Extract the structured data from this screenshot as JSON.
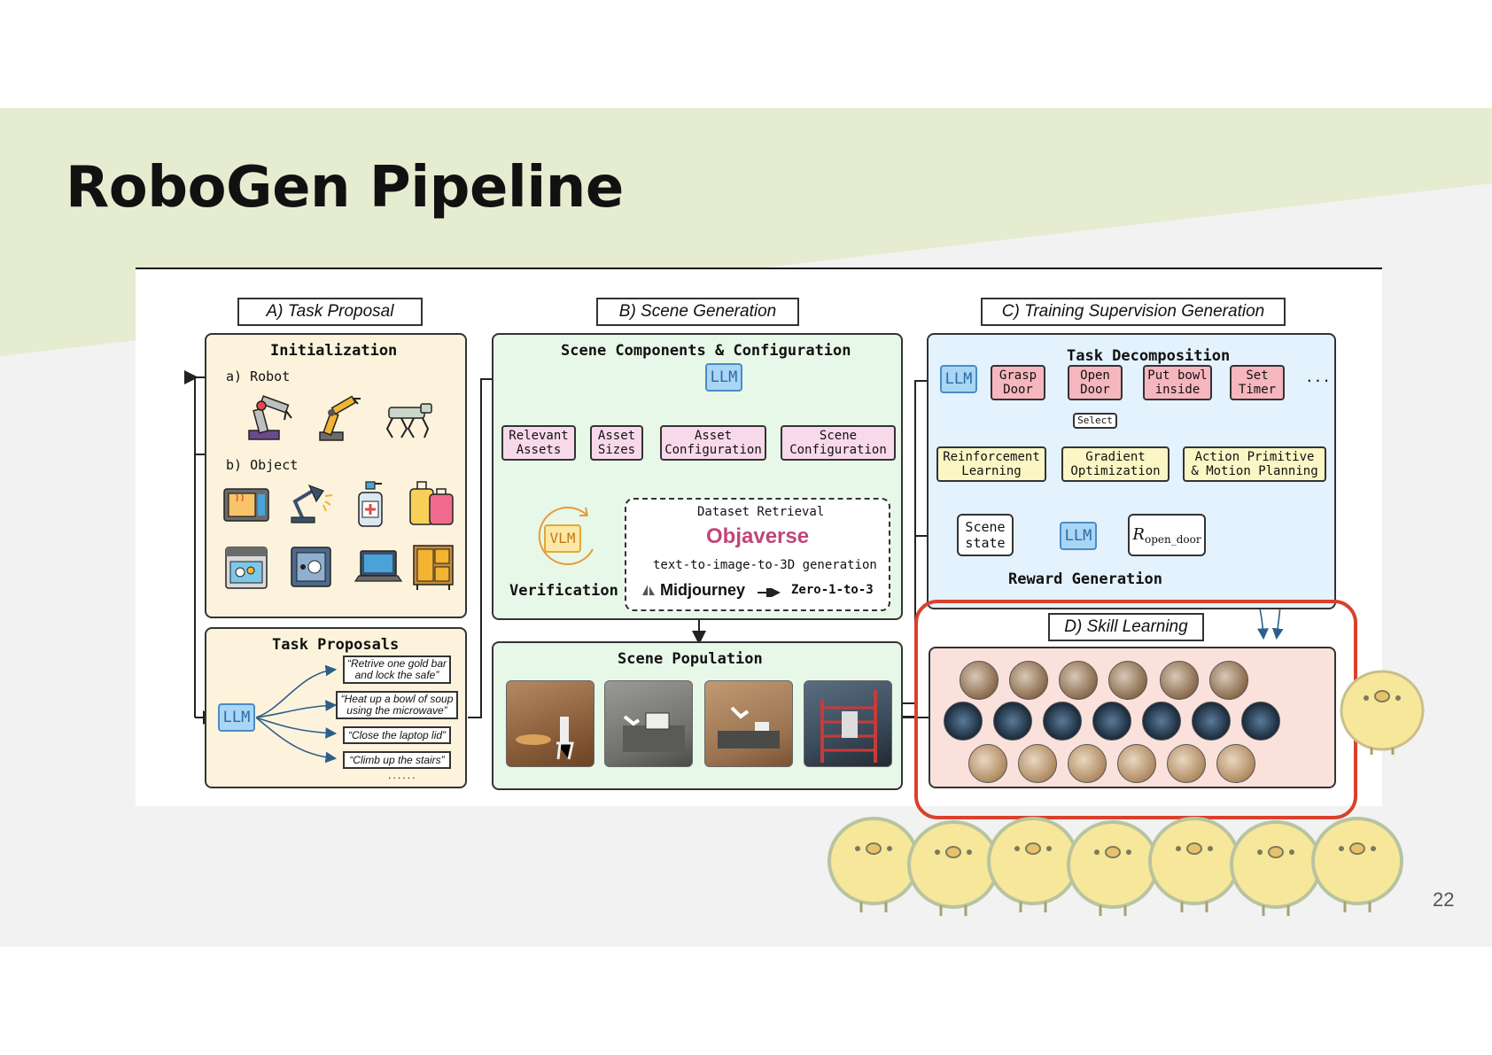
{
  "slide": {
    "title": "RoboGen Pipeline",
    "page_number": "22"
  },
  "colors": {
    "title_band": "#e6ecd0",
    "panel_yellow": "#fdf3dc",
    "panel_green": "#e8f8e8",
    "panel_blue": "#e3f2fd",
    "panel_pink": "#fbe1dc",
    "llm_blue": "#a9d6f5",
    "highlight_red": "#d9412b",
    "chick_yellow": "#f7e79a"
  },
  "section_a": {
    "label": "A) Task Proposal",
    "init_title": "Initialization",
    "robot_label": "a) Robot",
    "object_label": "b) Object",
    "robot_icons": [
      "robot-arm-icon",
      "industrial-arm-icon",
      "quadruped-robot-icon"
    ],
    "object_icons": [
      "microwave-icon",
      "desk-lamp-icon",
      "dispenser-bottle-icon",
      "suitcase-icon",
      "dishwasher-icon",
      "safe-icon",
      "laptop-icon",
      "cabinet-icon"
    ],
    "proposals_title": "Task Proposals",
    "llm": "LLM",
    "proposals": [
      "“Retrive one gold bar\nand lock the safe”",
      "“Heat up a bowl of soup\nusing the microwave”",
      "“Close the laptop lid”",
      "“Climb up the stairs”"
    ],
    "ellipsis": "......"
  },
  "section_b": {
    "label": "B) Scene Generation",
    "components_title": "Scene Components & Configuration",
    "llm": "LLM",
    "components": [
      "Relevant\nAssets",
      "Asset\nSizes",
      "Asset\nConfiguration",
      "Scene\nConfiguration"
    ],
    "vlm": "VLM",
    "verification": "Verification",
    "retrieval_title": "Dataset Retrieval",
    "objaverse": "Objaverse",
    "t2i_line": "text-to-image-to-3D generation",
    "midjourney": "Midjourney",
    "zero123": "Zero-1-to-3",
    "population_title": "Scene Population"
  },
  "section_c": {
    "label": "C) Training Supervision Generation",
    "decomp_title": "Task Decomposition",
    "llm": "LLM",
    "subtasks": [
      "Grasp\nDoor",
      "Open\nDoor",
      "Put bowl\ninside",
      "Set\nTimer"
    ],
    "more": "...",
    "select": "Select",
    "methods": [
      "Reinforcement\nLearning",
      "Gradient\nOptimization",
      "Action Primitive\n& Motion Planning"
    ],
    "scene_state": "Scene\nstate",
    "llm2": "LLM",
    "reward_r": "R",
    "reward_sub": "open_door",
    "reward_title": "Reward Generation"
  },
  "section_d": {
    "label": "D) Skill Learning"
  }
}
